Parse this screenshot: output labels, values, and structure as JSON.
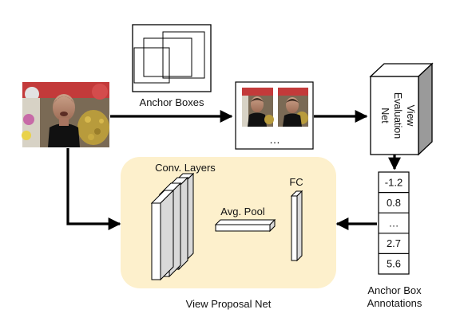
{
  "labels": {
    "anchor_boxes": "Anchor Boxes",
    "crops_ellipsis": "…",
    "view_evaluation_net_line1": "View",
    "view_evaluation_net_line2": "Evaluation",
    "view_evaluation_net_line3": "Net",
    "conv_layers": "Conv. Layers",
    "avg_pool": "Avg. Pool",
    "fc": "FC",
    "view_proposal_net": "View Proposal Net",
    "anchor_box_annotations_line1": "Anchor Box",
    "anchor_box_annotations_line2": "Annotations"
  },
  "annotation_scores": [
    "-1.2",
    "0.8",
    "…",
    "2.7",
    "5.6"
  ],
  "colors": {
    "panel_fill": "#fdf0cc",
    "arrow": "#000000"
  },
  "icons": {
    "input_image": "photo-person-market",
    "crop_thumbnails": "photo-person-crops"
  }
}
